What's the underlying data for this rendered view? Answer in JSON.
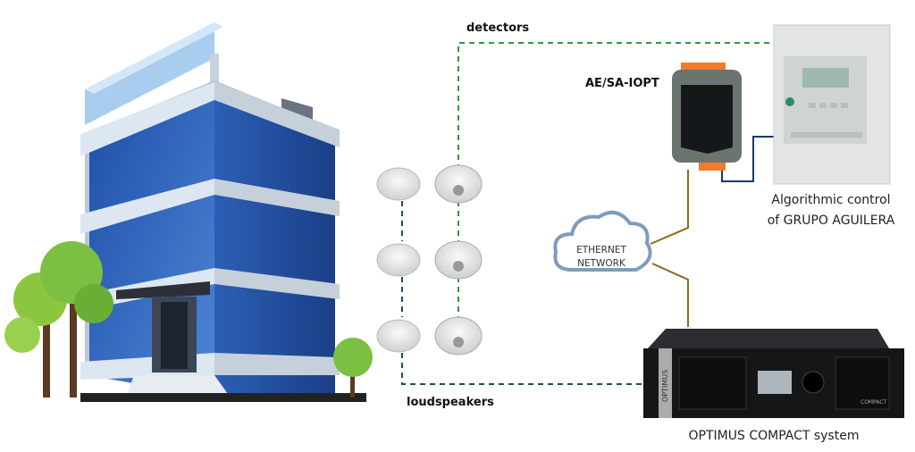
{
  "labels": {
    "detectors": "detectors",
    "loudspeakers": "loudspeakers",
    "module": "AE/SA-IOPT",
    "control_line1": "Algorithmic control",
    "control_line2": "of GRUPO AGUILERA",
    "network_line1": "ETHERNET",
    "network_line2": "NETWORK",
    "system": "OPTIMUS COMPACT system",
    "rack_brand": "OPTIMUS",
    "rack_model": "COMPACT"
  },
  "colors": {
    "detector_line": "#2e9a3e",
    "speaker_line": "#1f4e5a",
    "ethernet_line": "#8a6a1e",
    "control_line": "#1a3a6e",
    "cloud_stroke": "#7f9bbd",
    "building_glass": "#2d63b8",
    "tree_green": "#7bc043"
  }
}
